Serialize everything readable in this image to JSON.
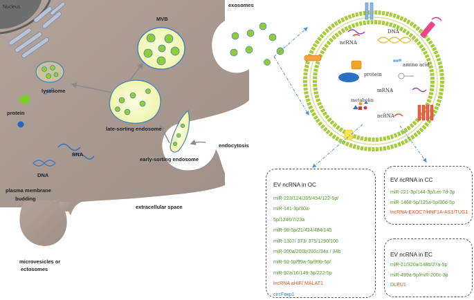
{
  "labels": {
    "nucleus": "Nucleus",
    "mvb": "MVB",
    "exosomes": "exosomes",
    "lysosome": "lysosome",
    "protein_left": "protein",
    "late_endosome": "late-sorting endosome",
    "early_endosome": "early-sorting endosome",
    "endocytosis": "endocytosis",
    "rna": "RNA",
    "dna_left": "DNA",
    "plasma_membrane": "plasma membrane",
    "budding": "budding",
    "extracellular_space": "extracellular space",
    "microvesicles": "microvesicles or",
    "ectosomes": "ectosomes"
  },
  "exosome_contents": {
    "ncrna_top": "ncRNA",
    "dna": "DNA",
    "protein": "protein",
    "amino_acid": "amino acid",
    "mrna": "mRNA",
    "metabolin": "metabolin",
    "ncrna_bottom": "ncRNA"
  },
  "boxes": {
    "oc": {
      "title": "EV ncRNA in OC",
      "lines": [
        {
          "text": "miR-223/124/205/454/122-5p/",
          "color": "green"
        },
        {
          "text": "miR-141-3p/30a-",
          "color": "green"
        },
        {
          "text": "5p/1246/7/23a",
          "color": "green"
        },
        {
          "text": "miR-98-5p/21/424/484/145",
          "color": "green"
        },
        {
          "text": "miR-1307/ 373/ 375/1290/100",
          "color": "green"
        },
        {
          "text": "miR-200a/200b/200c/34a / 34b",
          "color": "green"
        },
        {
          "text": "miR-93-5p/99a-5p/99b-5p/",
          "color": "green"
        },
        {
          "text": "miR-92a/16/149-3p/222-5p",
          "color": "green"
        },
        {
          "text": "lncRNA aHIF/ MALAT1",
          "color": "orange"
        },
        {
          "text": "circFoxp1",
          "color": "blue"
        }
      ]
    },
    "cc": {
      "title": "EV ncRNA in CC",
      "lines": [
        {
          "text": "miR-221-3p/144-3p/Let-7d-3p",
          "color": "green"
        },
        {
          "text": "miR-1468-5p/125a-5p/30d-5p",
          "color": "green"
        },
        {
          "text": "lncRNA-EXOC7/HNF1A-AS1/TUG1",
          "color": "orange"
        }
      ]
    },
    "ec": {
      "title": "EV ncRNA in EC",
      "lines": [
        {
          "text": "miR-21/320a/148b/27a-5p",
          "color": "green"
        },
        {
          "text": "miR-499a-5p/miR-200c-3p",
          "color": "green"
        },
        {
          "text": "DLEU1",
          "color": "orange"
        }
      ]
    }
  },
  "colors": {
    "cell": "#a5978f",
    "nucleus": "#6b6b6b",
    "vesicle_fill": "#f3f7b4",
    "vesicle_stroke": "#4a82b8",
    "membrane_bead": "#a6cc3a",
    "green": "#4e9a2a",
    "orange": "#d9531e",
    "blue": "#3b7bc4",
    "arrow": "#8a8a8a",
    "dash_arrow": "#4f8fd0"
  }
}
